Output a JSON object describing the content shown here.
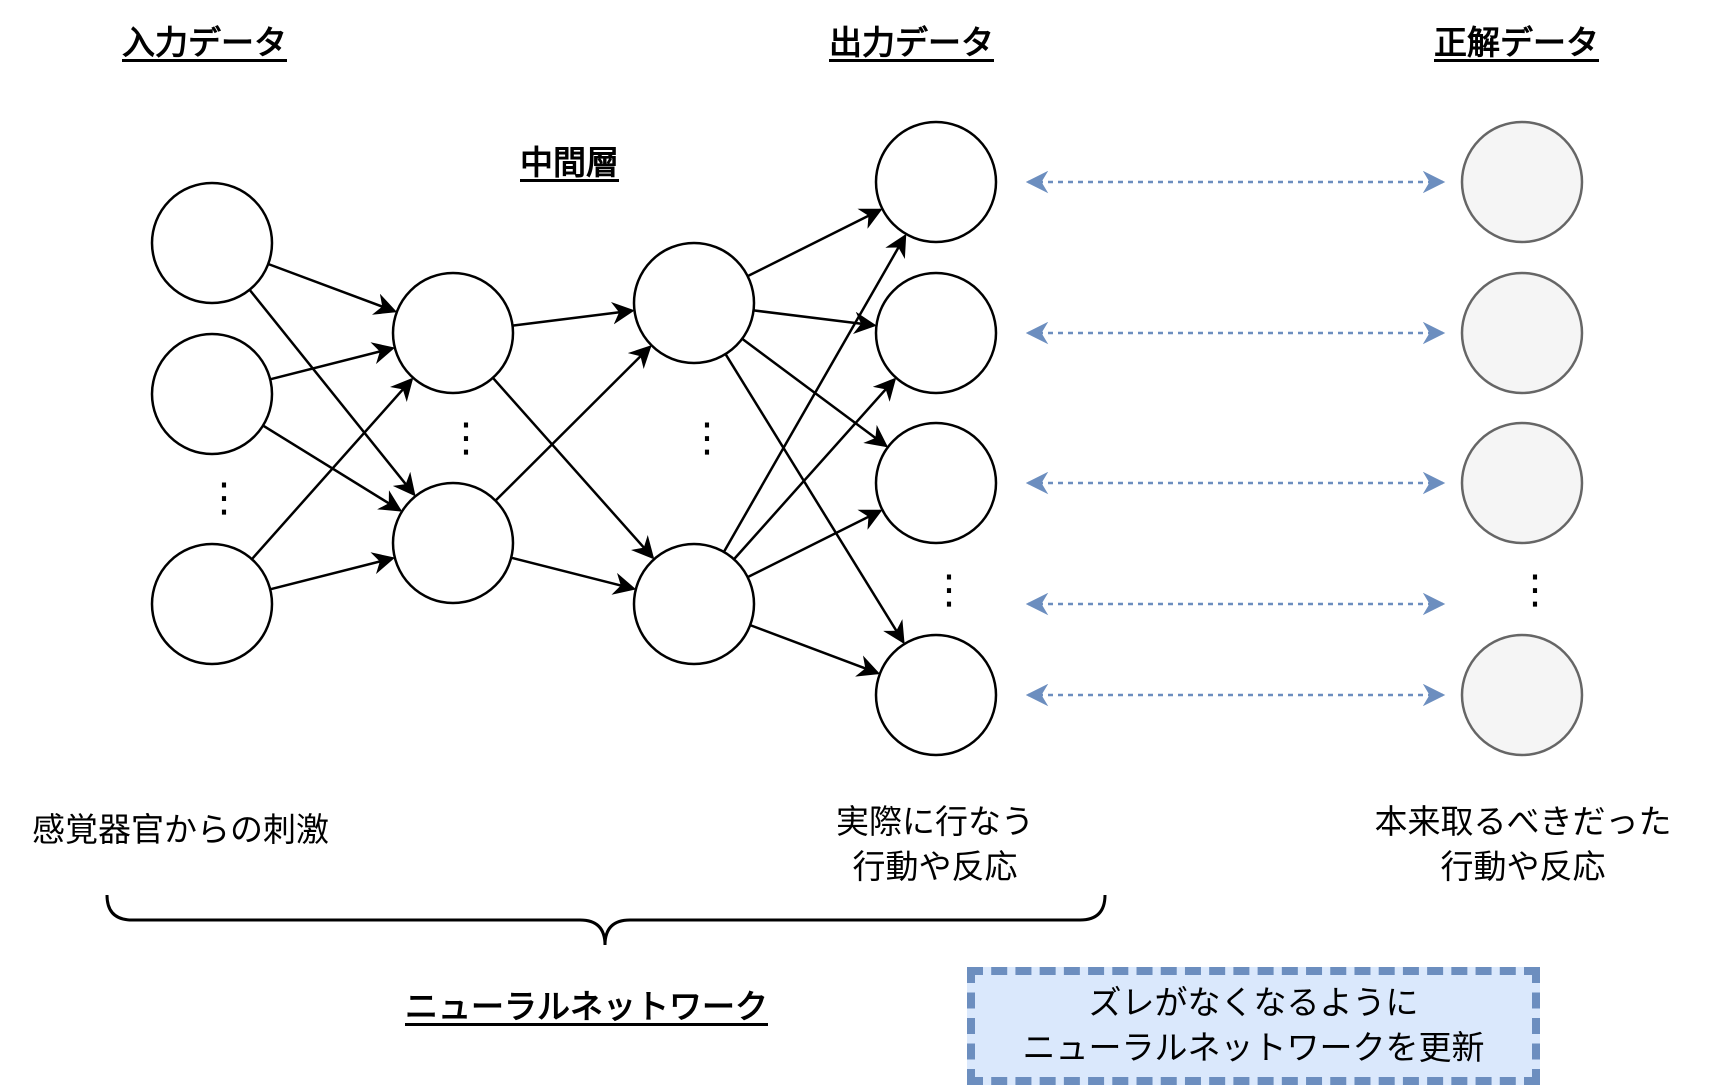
{
  "headings": {
    "input": "入力データ",
    "hidden": "中間層",
    "output": "出力データ",
    "target": "正解データ",
    "network": "ニューラルネットワーク"
  },
  "descriptions": {
    "input": "感覚器官からの刺激",
    "output": [
      "実際に行なう",
      "行動や反応"
    ],
    "target": [
      "本来取るべきだった",
      "行動や反応"
    ]
  },
  "note": {
    "lines": [
      "ズレがなくなるように",
      "ニューラルネットワークを更新"
    ]
  },
  "ellipsis": "⋮",
  "colors": {
    "stroke": "#000000",
    "target_node_fill": "#f5f5f5",
    "target_node_stroke": "#666666",
    "comparison_arrow": "#6c8ebf",
    "note_fill": "#dae8fc",
    "note_border": "#6c8ebf"
  }
}
